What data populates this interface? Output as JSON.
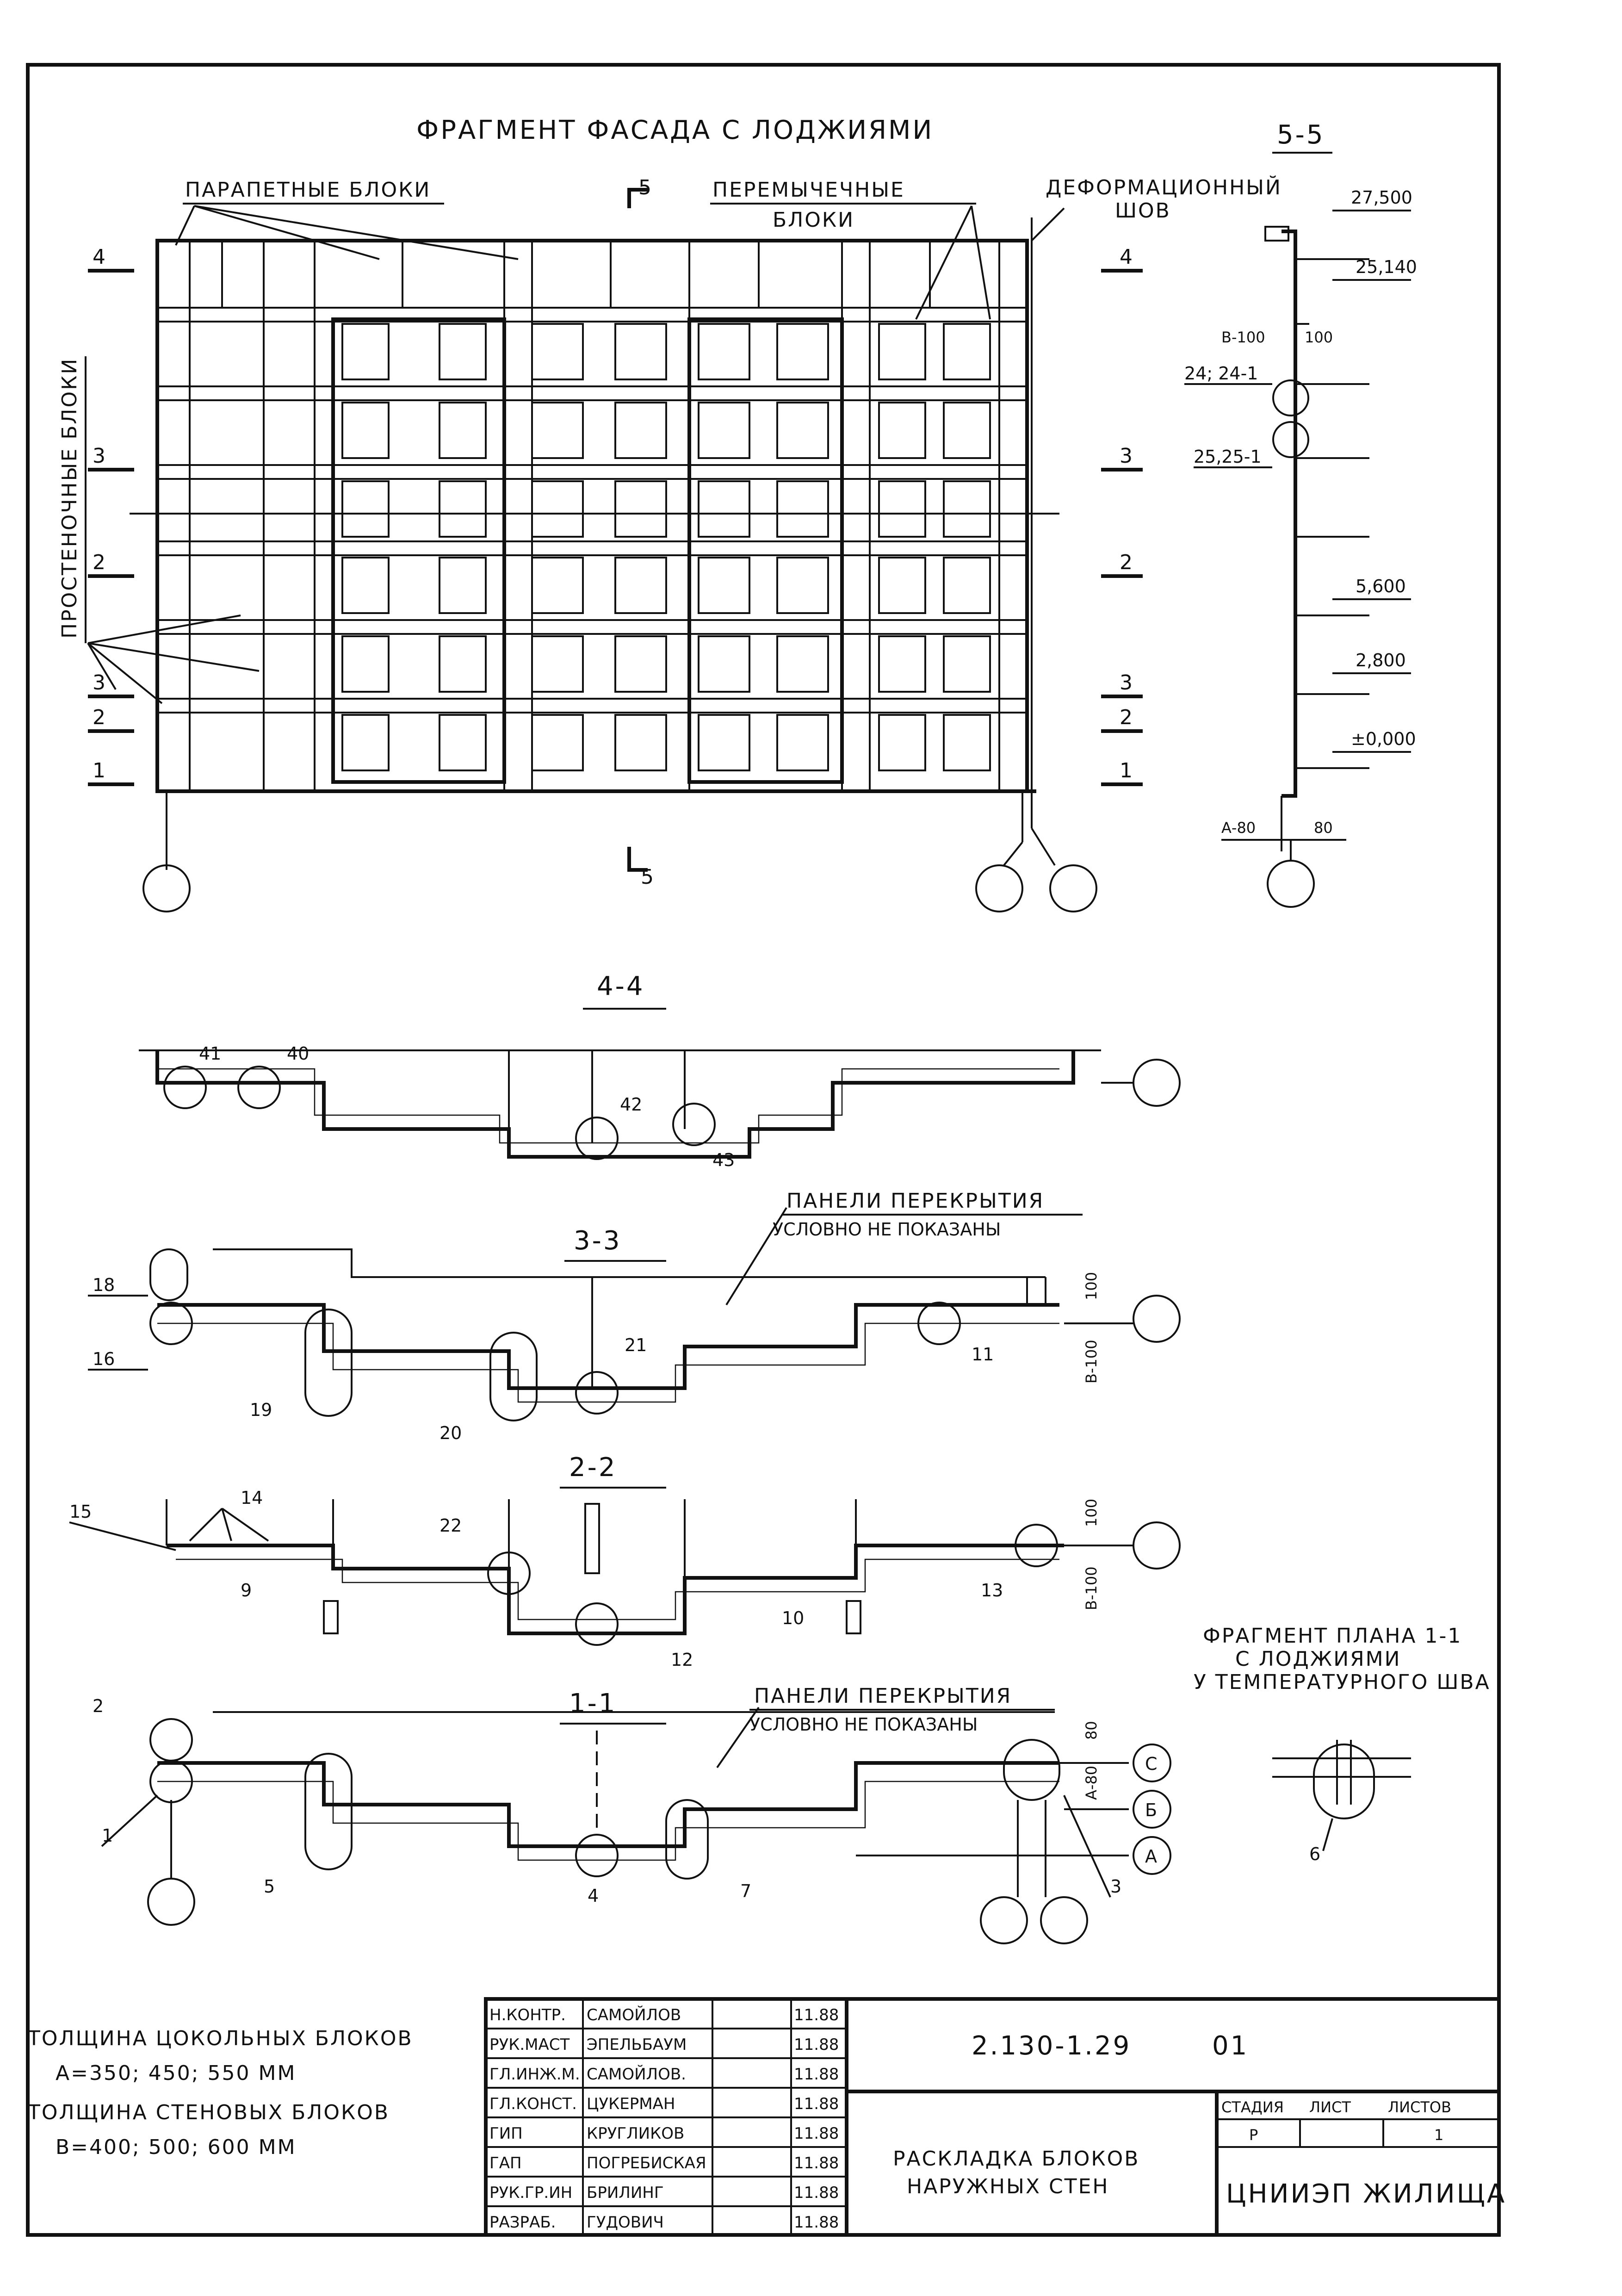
{
  "facade": {
    "title": "ФРАГМЕНТ ФАСАДА С ЛОДЖИЯМИ",
    "label_parapet": "ПАРАПЕТНЫЕ БЛОКИ",
    "label_lintel_1": "ПЕРЕМЫЧЕЧНЫЕ",
    "label_lintel_2": "БЛОКИ",
    "label_joint_1": "ДЕФОРМАЦИОННЫЙ",
    "label_joint_2": "ШОВ",
    "label_wall_blocks": "ПРОСТЕНОЧНЫЕ БЛОКИ",
    "section_mark": "5",
    "cut_marks_left": [
      "4",
      "3",
      "2",
      "3",
      "2",
      "1"
    ],
    "cut_marks_right": [
      "4",
      "3",
      "2",
      "3",
      "2",
      "1"
    ]
  },
  "section55": {
    "title": "5-5",
    "elevations": [
      "27,500",
      "25,140",
      "5,600",
      "2,800",
      "±0,000"
    ],
    "b_dim": "В-100",
    "b_val": "100",
    "callouts": [
      "24; 24-1",
      "25,25-1"
    ],
    "a_dim": "А-80",
    "a_val": "80"
  },
  "plans": {
    "p44": {
      "title": "4-4",
      "nodes": [
        "41",
        "40",
        "42",
        "43"
      ]
    },
    "p33": {
      "title": "3-3",
      "nodes": [
        "18",
        "16",
        "19",
        "20",
        "21",
        "11"
      ],
      "dim": "В-100",
      "dim_val": "100"
    },
    "p22": {
      "title": "2-2",
      "nodes": [
        "15",
        "14",
        "9",
        "22",
        "10",
        "12",
        "13"
      ],
      "dim": "В-100",
      "dim_val": "100"
    },
    "p11": {
      "title": "1-1",
      "nodes": [
        "2",
        "1",
        "5",
        "4",
        "7",
        "3"
      ],
      "dim": "А-80",
      "dim_val": "80",
      "axes": [
        "С",
        "Б",
        "А"
      ]
    },
    "note_a_1": "ПАНЕЛИ ПЕРЕКРЫТИЯ",
    "note_a_2": "УСЛОВНО НЕ ПОКАЗАНЫ",
    "note_b_1": "ПАНЕЛИ ПЕРЕКРЫТИЯ",
    "note_b_2": "УСЛОВНО НЕ ПОКАЗАНЫ"
  },
  "plan_fragment": {
    "title_1": "ФРАГМЕНТ ПЛАНА 1-1",
    "title_2": "С ЛОДЖИЯМИ",
    "title_3": "У ТЕМПЕРАТУРНОГО ШВА",
    "node": "6"
  },
  "notes": {
    "plinth_title": "ТОЛЩИНА ЦОКОЛЬНЫХ БЛОКОВ",
    "plinth_values": "А=350; 450; 550 ММ",
    "wall_title": "ТОЛЩИНА СТЕНОВЫХ БЛОКОВ",
    "wall_values": "В=400; 500; 600 ММ"
  },
  "stamp": {
    "rows": [
      {
        "role": "Н.КОНТР.",
        "name": "САМОЙЛОВ",
        "date": "11.88"
      },
      {
        "role": "РУК.МАСТ",
        "name": "ЭПЕЛЬБАУМ",
        "date": "11.88"
      },
      {
        "role": "ГЛ.ИНЖ.М.",
        "name": "САМОЙЛОВ.",
        "date": "11.88"
      },
      {
        "role": "ГЛ.КОНСТ.",
        "name": "ЦУКЕРМАН",
        "date": "11.88"
      },
      {
        "role": "ГИП",
        "name": "КРУГЛИКОВ",
        "date": "11.88"
      },
      {
        "role": "ГАП",
        "name": "ПОГРЕБИСКАЯ",
        "date": "11.88"
      },
      {
        "role": "РУК.ГР.ИН",
        "name": "БРИЛИНГ",
        "date": "11.88"
      },
      {
        "role": "РАЗРАБ.",
        "name": "ГУДОВИЧ",
        "date": "11.88"
      }
    ],
    "doc_code": "2.130-1.29",
    "sheet_code": "01",
    "sheet_title_1": "РАСКЛАДКА БЛОКОВ",
    "sheet_title_2": "НАРУЖНЫХ СТЕН",
    "h_stage": "СТАДИЯ",
    "h_sheet": "ЛИСТ",
    "h_sheets": "ЛИСТОВ",
    "stage": "Р",
    "sheets": "1",
    "org": "ЦНИИЭП ЖИЛИЩА"
  }
}
